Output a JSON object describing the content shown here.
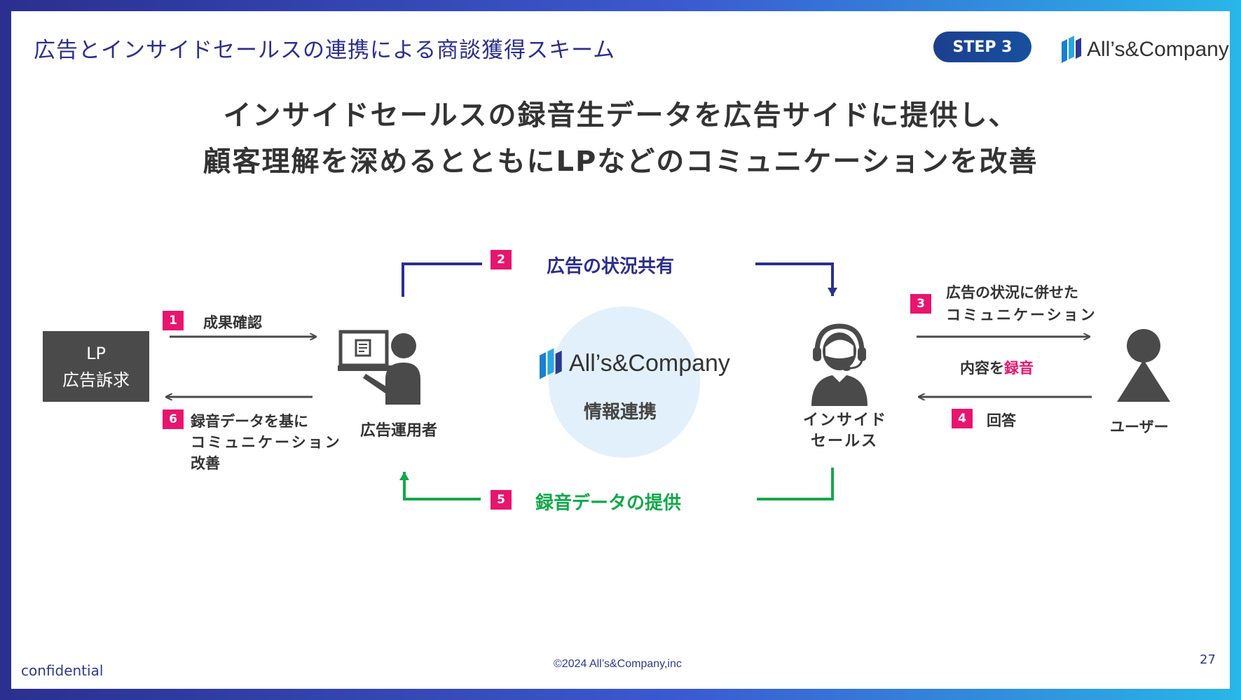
{
  "header": {
    "title": "広告とインサイドセールスの連携による商談獲得スキーム",
    "step_badge": "STEP 3",
    "logo_text": "All’s&Company"
  },
  "headline": {
    "line1": "インサイドセールスの録音生データを広告サイドに提供し、",
    "line2": "顧客理解を深めるとともにLPなどのコミュニケーションを改善"
  },
  "diagram": {
    "lp_box": {
      "line1": "LP",
      "line2": "広告訴求"
    },
    "ad_operator_label": "広告運用者",
    "center": {
      "logo_text": "All’s&Company",
      "label": "情報連携"
    },
    "inside_sales_label": {
      "line1": "インサイド",
      "line2": "セールス"
    },
    "user_label": "ユーザー",
    "steps": [
      {
        "num": "1",
        "text": "成果確認"
      },
      {
        "num": "2",
        "text": "広告の状況共有"
      },
      {
        "num": "3",
        "line1": "広告の状況に併せた",
        "line2": "コミュニケーション"
      },
      {
        "num": "4",
        "text": "回答"
      },
      {
        "num": "5",
        "text": "録音データの提供"
      },
      {
        "num": "6",
        "line1": "録音データを基に",
        "line2": "コミュニケーション",
        "line3": "改善"
      }
    ],
    "content_record": {
      "prefix": "内容を",
      "highlight": "録音"
    }
  },
  "footer": {
    "confidential": "confidential",
    "copyright": "©2024 All’s&Company,inc",
    "page_number": "27"
  },
  "colors": {
    "navy": "#2c2f8e",
    "pink": "#e8156e",
    "green": "#12a84a",
    "gray": "#4a4a4a",
    "light_blue": "#e2f0fb"
  }
}
